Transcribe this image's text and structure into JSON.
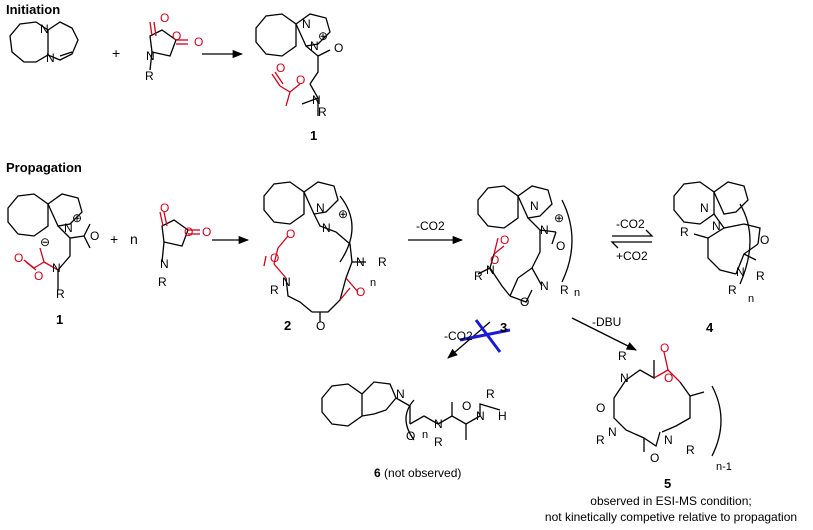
{
  "sections": {
    "initiation": "Initiation",
    "propagation": "Propagation"
  },
  "atoms": {
    "N": "N",
    "O": "O",
    "R": "R",
    "H": "H",
    "plus_charge": "⊕",
    "minus_charge": "⊖"
  },
  "operators": {
    "plus": "+",
    "n": "n",
    "n_minus_1": "n-1"
  },
  "conditions": {
    "minus_co2_a": "-CO2",
    "minus_co2_b": "-CO2",
    "plus_co2": "+CO2",
    "minus_co2_blocked": "-CO2",
    "minus_dbu": "-DBU"
  },
  "compounds": {
    "c1_top": "1",
    "c1_bottom": "1",
    "c2": "2",
    "c3": "3",
    "c4": "4",
    "c5": "5",
    "c6": "6",
    "c6_note": "(not observed)"
  },
  "footnote": {
    "line1": "observed in ESI-MS condition;",
    "line2": "not kinetically competive relative to propagation"
  },
  "colors": {
    "black": "#000000",
    "red": "#d0021b",
    "blue": "#1a1ad6"
  }
}
